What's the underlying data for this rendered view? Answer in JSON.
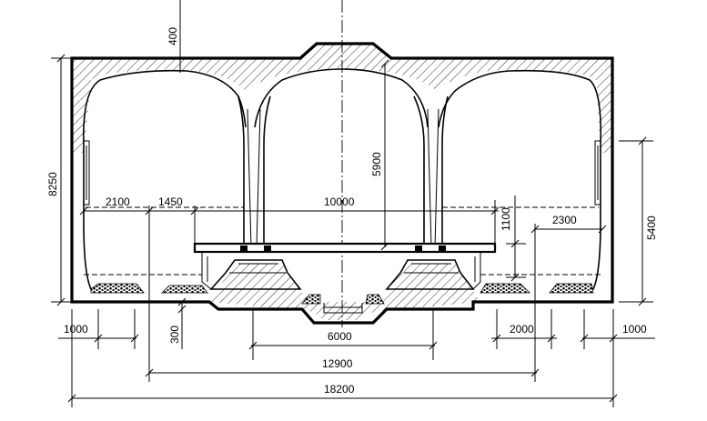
{
  "drawing": {
    "dimensions": {
      "slab_thickness": "400",
      "total_height": "8250",
      "inner_height_right": "5400",
      "crown_height": "5900",
      "side_walkway": "2100",
      "track_offset": "1450",
      "platform_width": "10000",
      "platform_height": "1100",
      "right_span": "2300",
      "foot_left": "1000",
      "invert_depth": "300",
      "foot_right_inner": "2000",
      "foot_right": "1000",
      "center_trench": "6000",
      "inner_span": "12900",
      "overall_width": "18200"
    },
    "colors": {
      "line": "#000000",
      "background": "#ffffff"
    }
  }
}
